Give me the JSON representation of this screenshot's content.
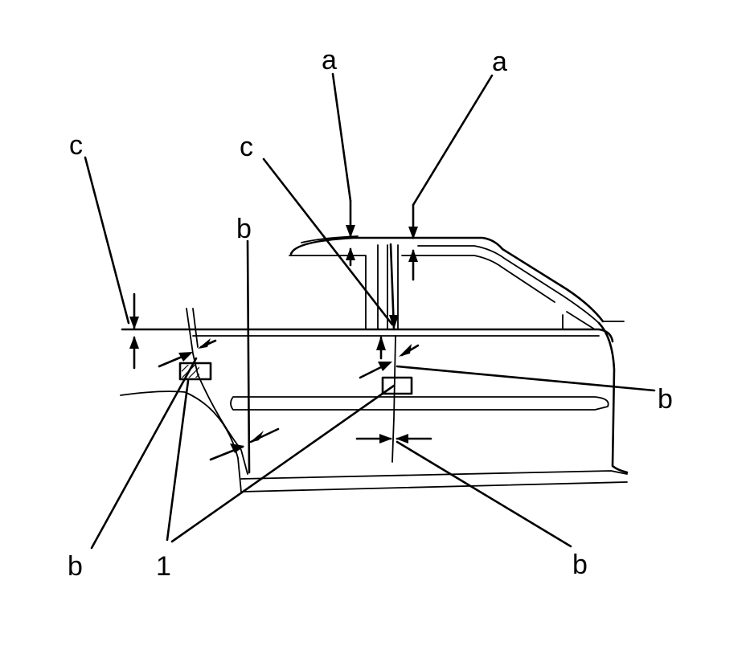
{
  "labels": {
    "a_left": "a",
    "a_right": "a",
    "c_left": "c",
    "c_center": "c",
    "b_upper_left": "b",
    "b_right": "b",
    "b_lower_left": "b",
    "b_lower_right": "b",
    "item_1": "1"
  },
  "colors": {
    "ink": "#000000",
    "background": "#ffffff"
  }
}
